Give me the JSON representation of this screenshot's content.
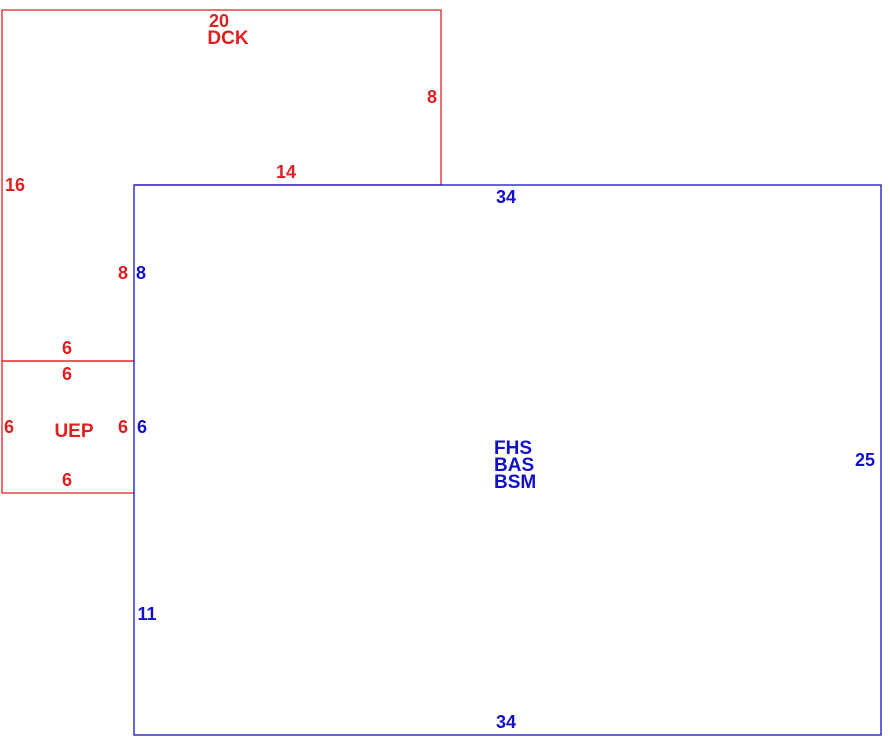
{
  "colors": {
    "dck": "#e02020",
    "uep": "#e02020",
    "main": "#1111cc"
  },
  "areas": {
    "dck": {
      "name": "DCK",
      "dims": {
        "top": "20",
        "right": "8",
        "bottom_exposed": "14",
        "left": "16",
        "inner_left": "8",
        "step": "6"
      }
    },
    "uep": {
      "name": "UEP",
      "dims": {
        "top": "6",
        "left": "6",
        "right": "6",
        "bottom": "6"
      }
    },
    "main": {
      "names": [
        "FHS",
        "BAS",
        "BSM"
      ],
      "dims": {
        "top": "34",
        "right": "25",
        "bottom": "34",
        "left_upper": "8",
        "left_middle": "6",
        "left_lower": "11"
      }
    }
  }
}
